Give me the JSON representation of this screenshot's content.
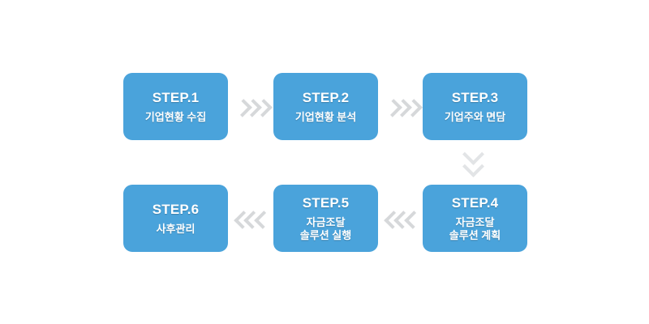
{
  "diagram": {
    "title": "6-step process flow",
    "box_color": "#4aa3db",
    "text_color": "#ffffff",
    "arrow_color": "#d6d8da",
    "background": "#ffffff",
    "steps": [
      {
        "id": "step-1",
        "title": "STEP.1",
        "desc_lines": [
          "기업현황 수집"
        ]
      },
      {
        "id": "step-2",
        "title": "STEP.2",
        "desc_lines": [
          "기업현황 분석"
        ]
      },
      {
        "id": "step-3",
        "title": "STEP.3",
        "desc_lines": [
          "기업주와 면담"
        ]
      },
      {
        "id": "step-4",
        "title": "STEP.4",
        "desc_lines": [
          "자금조달",
          "솔루션 계획"
        ]
      },
      {
        "id": "step-5",
        "title": "STEP.5",
        "desc_lines": [
          "자금조달",
          "솔루션 실행"
        ]
      },
      {
        "id": "step-6",
        "title": "STEP.6",
        "desc_lines": [
          "사후관리"
        ]
      }
    ],
    "connectors": [
      {
        "id": "arrow-1-2",
        "direction": "right",
        "icon": "chevron-right-triple-icon",
        "from": "STEP.1",
        "to": "STEP.2"
      },
      {
        "id": "arrow-2-3",
        "direction": "right",
        "icon": "chevron-right-triple-icon",
        "from": "STEP.2",
        "to": "STEP.3"
      },
      {
        "id": "arrow-3-4",
        "direction": "down",
        "icon": "chevron-down-double-icon",
        "from": "STEP.3",
        "to": "STEP.4"
      },
      {
        "id": "arrow-4-5",
        "direction": "left",
        "icon": "chevron-left-triple-icon",
        "from": "STEP.4",
        "to": "STEP.5"
      },
      {
        "id": "arrow-5-6",
        "direction": "left",
        "icon": "chevron-left-triple-icon",
        "from": "STEP.5",
        "to": "STEP.6"
      }
    ]
  }
}
